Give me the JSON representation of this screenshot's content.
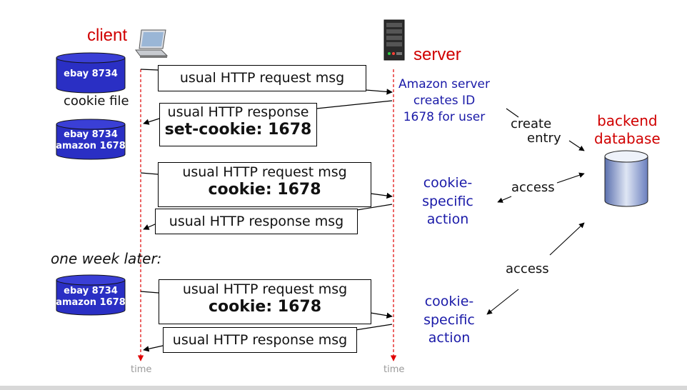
{
  "labels": {
    "client": "client",
    "server": "server",
    "cookie_file": "cookie file",
    "one_week_later": "one week later:",
    "backend": "backend",
    "database": "database",
    "create": "create",
    "entry": "entry",
    "access": "access",
    "time": "time"
  },
  "cookie_dbs": [
    {
      "lines": [
        "ebay 8734"
      ]
    },
    {
      "lines": [
        "ebay 8734",
        "amazon 1678"
      ]
    },
    {
      "lines": [
        "ebay 8734",
        "amazon 1678"
      ]
    }
  ],
  "messages": {
    "req1": "usual HTTP request msg",
    "resp1": "usual HTTP response",
    "resp1_bold": "set-cookie: 1678",
    "req2": "usual HTTP request msg",
    "req2_bold": "cookie: 1678",
    "resp2": "usual HTTP response msg",
    "req3": "usual HTTP request msg",
    "req3_bold": "cookie: 1678",
    "resp3": "usual HTTP response msg"
  },
  "server_notes": {
    "create_id": [
      "Amazon server",
      "creates ID",
      "1678 for user"
    ],
    "action1": [
      "cookie-",
      "specific",
      "action"
    ],
    "action2": [
      "cookie-",
      "specific",
      "action"
    ]
  },
  "colors": {
    "red": "#d00000",
    "blue": "#1a1aa8",
    "cylinder": "#2a2fc4"
  },
  "icons": {
    "client": "computer-icon",
    "server": "server-rack-icon",
    "database": "database-cylinder-icon"
  }
}
